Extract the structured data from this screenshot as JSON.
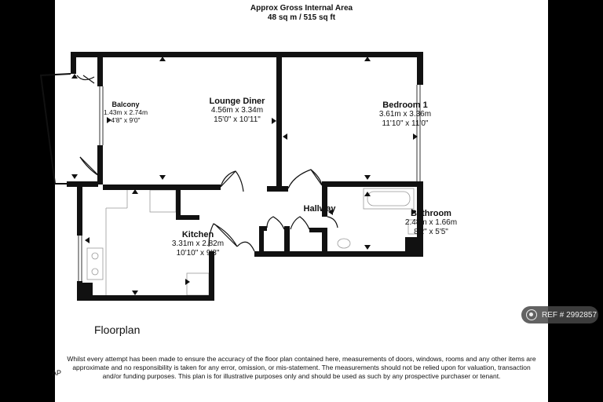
{
  "header": {
    "title": "Approx Gross Internal Area",
    "area": "48 sq m / 515 sq ft"
  },
  "rooms": {
    "balcony": {
      "name": "Balcony",
      "metric": "1.43m x 2.74m",
      "imperial": "4'8\" x 9'0\""
    },
    "lounge": {
      "name": "Lounge Diner",
      "metric": "4.56m x 3.34m",
      "imperial": "15'0\" x 10'11\""
    },
    "bedroom": {
      "name": "Bedroom 1",
      "metric": "3.61m x 3.36m",
      "imperial": "11'10\" x 11'0\""
    },
    "hallway": {
      "name": "Hallway"
    },
    "bathroom": {
      "name": "Bathroom",
      "metric": "2.48m x 1.66m",
      "imperial": "8'2\" x 5'5\""
    },
    "kitchen": {
      "name": "Kitchen",
      "metric": "3.31m x 2.82m",
      "imperial": "10'10\" x 9'3\""
    }
  },
  "floorplan_label": "Floorplan",
  "disclaimer": "Whilst every attempt has been made to ensure the accuracy of the floor plan contained here, measurements of doors, windows, rooms and any other items are approximate and no responsibility is taken for any error, omission, or mis-statement. The measurements should not be relied upon for valuation, transaction and/or funding purposes. This plan is for illustrative purposes only and should be used as such by any prospective purchaser or tenant.",
  "edge_text": "AP",
  "reference_badge": {
    "icon": "camera-icon",
    "label": "REF # 2992857"
  }
}
